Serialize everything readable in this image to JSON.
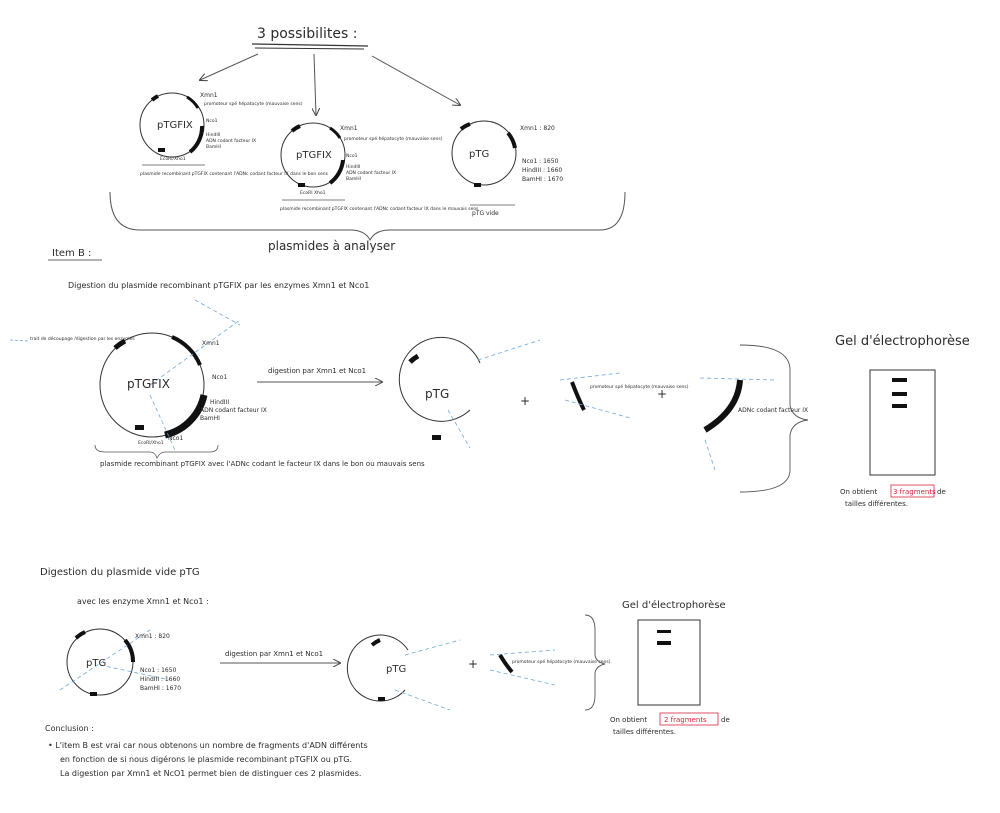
{
  "title": "3 possibilites :",
  "top": {
    "plasmid1": {
      "name": "pTGFIX",
      "xmn": "Xmn1",
      "promoter": "promoteur spé hépatocyte (mauvaise sens)",
      "nco": "Nco1",
      "hind": "HindIII",
      "adn": "ADN codant facteur IX",
      "bam": "BamHI",
      "ecor": "EcoRI/Xho1",
      "caption": "plasmide recombinant pTGFIX contenant l'ADNc codant facteur IX dans le bon sens",
      "caption_bon": "bon sens"
    },
    "plasmid2": {
      "name": "pTGFIX",
      "xmn": "Xmn1",
      "promoter": "promoteur spé hépatocyte (mauvaise sens)",
      "nco": "Nco1",
      "hind": "HindIII",
      "adn": "ADN codant facteur IX",
      "bam": "BamHI",
      "ecor": "EcoRI Xho1",
      "caption": "plasmide recombinant pTGFIX contenant l'ADNc codant facteur IX dans le mauvais sens",
      "caption_bad": "mauvais sens"
    },
    "plasmid3": {
      "name": "pTG",
      "xmn": "Xmn1 : 820",
      "nco": "Nco1 : 1650",
      "hind": "HindIII : 1660",
      "bam": "BamHI : 1670",
      "caption": "pTG vide"
    },
    "bracket_label": "plasmides à analyser"
  },
  "item": "Item B :",
  "part1": {
    "bullet": "Digestion du plasmide recombinant pTGFIX par les enzymes Xmn1 et Nco1",
    "legend": "trait de découpage /digestion par les enzymes",
    "plasmid": {
      "name": "pTGFIX",
      "xmn": "Xmn1",
      "nco_top": "Nco1",
      "hind": "HindIII",
      "adn": "ADN codant facteur IX",
      "bam": "BamHI",
      "ecor": "EcoRI/Xho1",
      "nco_bottom": "Nco1"
    },
    "caption": "plasmide recombinant pTGFIX avec l'ADNc codant le facteur IX dans le bon ou mauvais sens",
    "caption_bon": "bon",
    "caption_mauvais": "mauvais",
    "arrow_label": "digestion par Xmn1 et Nco1",
    "frag1": "pTG",
    "frag2": "promoteur spé hépatocyte (mauvaise sens)",
    "frag3": "ADNc codant facteur IX",
    "plus": "+",
    "gel_title": "Gel d'électrophorèse",
    "gel_bands": 3,
    "result_pre": "On obtient",
    "result_boxed": "3 fragments",
    "result_post": "de",
    "result_line2": "tailles différentes."
  },
  "part2": {
    "bullet": "Digestion du plasmide vide pTG",
    "bullet2": "avec les enzyme Xmn1 et Nco1 :",
    "plasmid": {
      "name": "pTG",
      "xmn": "Xmn1 : 820",
      "nco": "Nco1 : 1650",
      "hind": "HindIII : 1660",
      "bam": "BamHI : 1670"
    },
    "arrow_label": "digestion par Xmn1 et Nco1",
    "frag1": "pTG",
    "frag2": "promoteur spé hépatocyte (mauvaise sens)",
    "plus": "+",
    "gel_title": "Gel d'électrophorèse",
    "gel_bands": 2,
    "result_pre": "On obtient",
    "result_boxed": "2 fragments",
    "result_post": "de",
    "result_line2": "tailles différentes."
  },
  "conclusion": {
    "title": "Conclusion :",
    "line1": "• L'item B est vrai car nous obtenons un nombre de fragments d'ADN différents",
    "line2": "en fonction de si nous digérons le plasmide recombinant pTGFIX ou pTG.",
    "line3": "La digestion par Xmn1 et NcO1 permet bien de distinguer ces 2 plasmides."
  }
}
